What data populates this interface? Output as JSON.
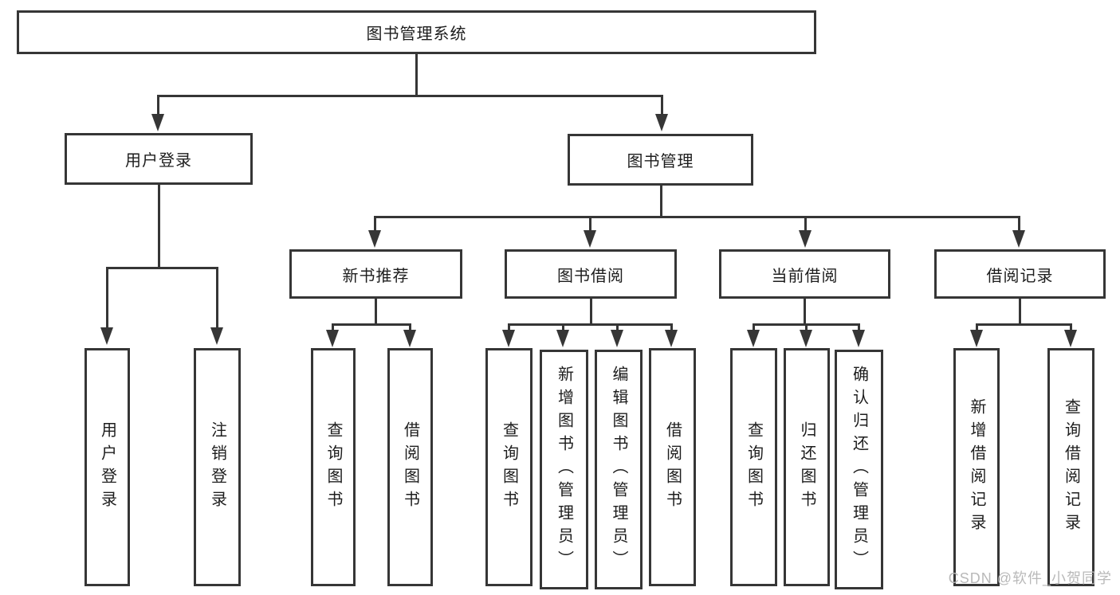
{
  "meta": {
    "background_color": "#ffffff",
    "line_color": "#363636",
    "text_color": "#1d1d1d",
    "watermark_color": "#b9b9b9"
  },
  "root": {
    "label": "图书管理系统"
  },
  "user_branch": {
    "label": "用户登录",
    "children": [
      {
        "label": "用户登录"
      },
      {
        "label": "注销登录"
      }
    ]
  },
  "book_branch": {
    "label": "图书管理",
    "groups": [
      {
        "label": "新书推荐",
        "children": [
          {
            "label": "查询图书"
          },
          {
            "label": "借阅图书"
          }
        ]
      },
      {
        "label": "图书借阅",
        "children": [
          {
            "label": "查询图书"
          },
          {
            "label": "新增图书（管理员）"
          },
          {
            "label": "编辑图书（管理员）"
          },
          {
            "label": "借阅图书"
          }
        ]
      },
      {
        "label": "当前借阅",
        "children": [
          {
            "label": "查询图书"
          },
          {
            "label": "归还图书"
          },
          {
            "label": "确认归还（管理员）"
          }
        ]
      },
      {
        "label": "借阅记录",
        "children": [
          {
            "label": "新增借阅记录"
          },
          {
            "label": "查询借阅记录"
          }
        ]
      }
    ]
  },
  "watermark": {
    "text": "CSDN @软件_小贺同学"
  }
}
